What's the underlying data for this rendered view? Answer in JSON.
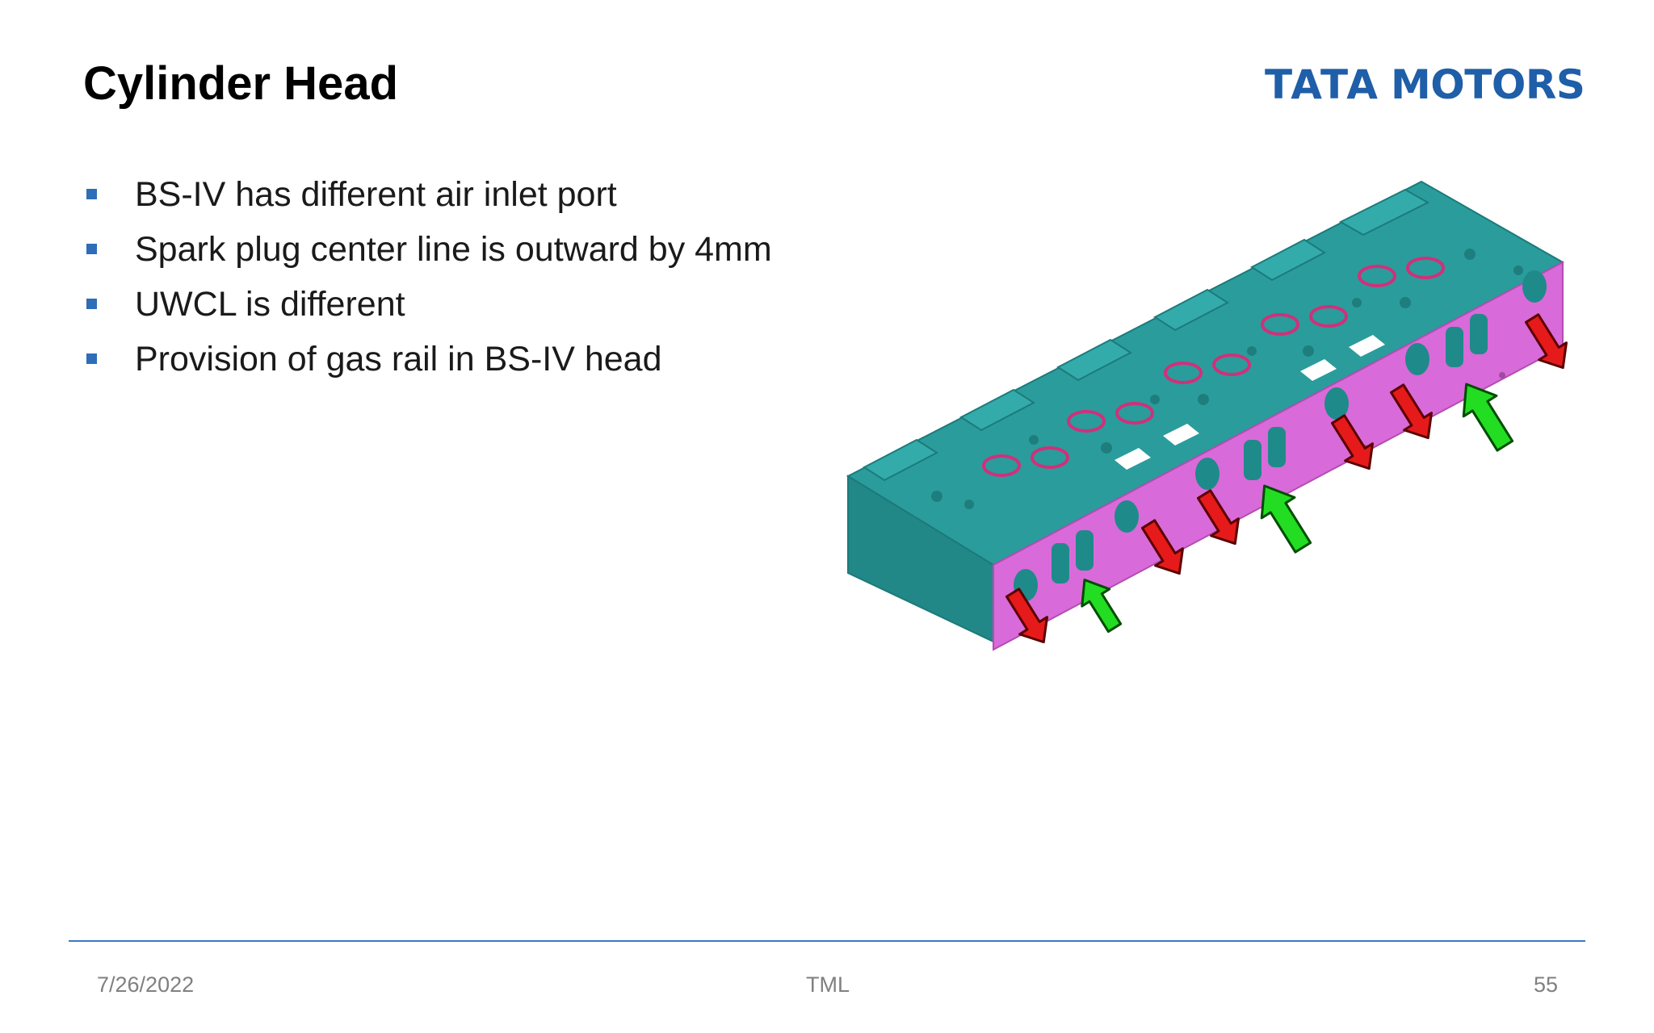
{
  "slide": {
    "title": "Cylinder Head",
    "logo": {
      "word1": "TATA",
      "word2": "MOTORS",
      "color": "#1f5ea8"
    },
    "bullets": [
      "BS-IV has different air inlet port",
      "Spark plug center line is outward by 4mm",
      "UWCL is different",
      "Provision of gas rail in BS-IV head"
    ],
    "figure": {
      "colors": {
        "head_body": "#2a9c9c",
        "side_face": "#d96ad9",
        "outflow_arrow": "#e61a1a",
        "inflow_arrow": "#22dd22"
      }
    },
    "footer": {
      "date": "7/26/2022",
      "center": "TML",
      "page": "55"
    }
  }
}
